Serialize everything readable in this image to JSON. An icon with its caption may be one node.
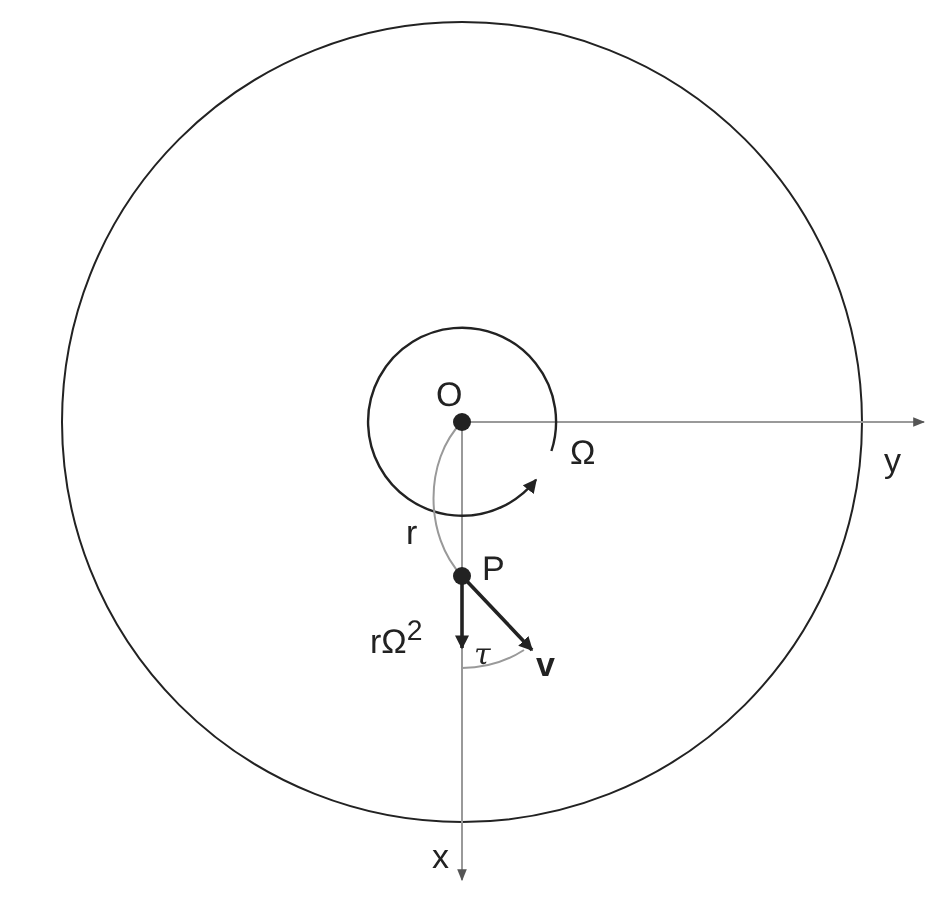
{
  "diagram": {
    "labels": [
      "O",
      "Ω",
      "y",
      "r",
      "P",
      "rΩ$^{2}$",
      "τ",
      "v",
      "x"
    ]
  }
}
